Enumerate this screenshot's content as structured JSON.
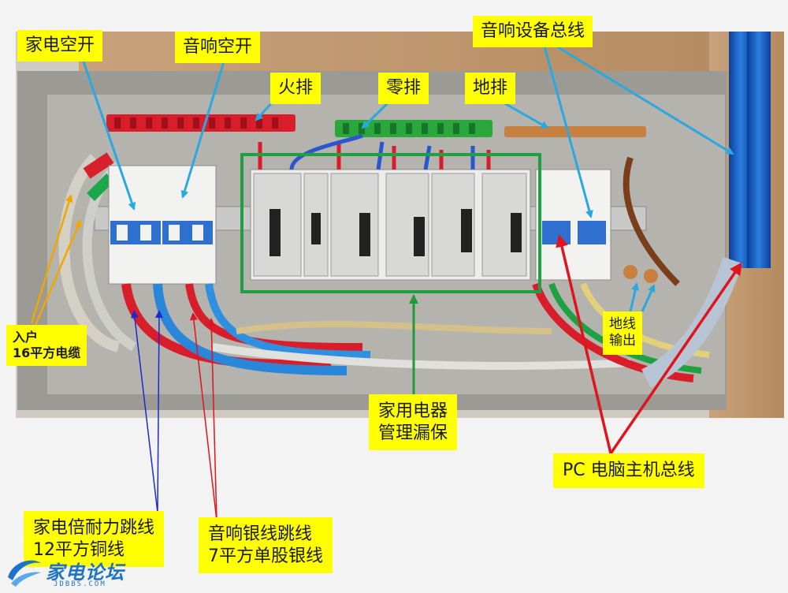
{
  "labels": {
    "appliance_breaker": "家电空开",
    "audio_breaker": "音响空开",
    "live_bar": "火排",
    "neutral_bar": "零排",
    "ground_bar": "地排",
    "audio_main_line": "音响设备总线",
    "service_entry_line1": "入户",
    "service_entry_line2": "16平方电缆",
    "ground_output_line1": "地线",
    "ground_output_line2": "输出",
    "rcd_line1": "家用电器",
    "rcd_line2": "管理漏保",
    "pc_main_line": "PC 电脑主机总线",
    "appliance_jumper_line1": "家电倍耐力跳线",
    "appliance_jumper_line2": "12平方铜线",
    "audio_jumper_line1": "音响银线跳线",
    "audio_jumper_line2": "7平方单股银线"
  },
  "watermark": {
    "name": "家电论坛",
    "site": "JDBBS.COM"
  },
  "colors": {
    "label_bg": "#ffff00",
    "arrow_blue": "#2aa8e0",
    "arrow_red": "#e0141c",
    "arrow_orange": "#f0a800",
    "arrow_green": "#1f9a3c",
    "frame_green": "#1fa043",
    "logo_blue": "#1e73c8"
  }
}
